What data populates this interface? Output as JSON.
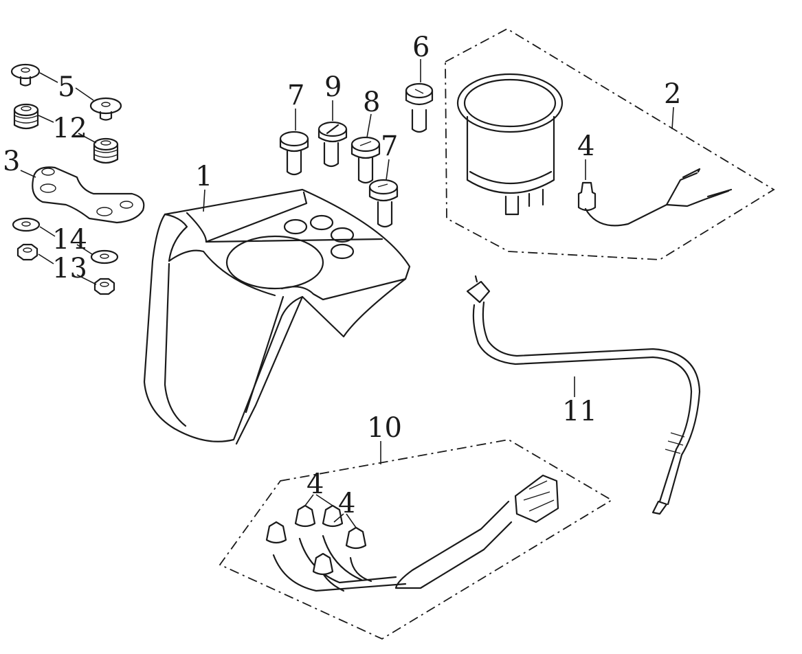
{
  "diagram": {
    "callouts": {
      "c1": "1",
      "c2": "2",
      "c3": "3",
      "c4a": "4",
      "c4b": "4",
      "c4c": "4",
      "c5": "5",
      "c6": "6",
      "c7a": "7",
      "c7b": "7",
      "c8": "8",
      "c9": "9",
      "c10": "10",
      "c11": "11",
      "c12": "12",
      "c13": "13",
      "c14": "14"
    },
    "colors": {
      "line": "#1a1a1a",
      "background": "#ffffff"
    }
  }
}
